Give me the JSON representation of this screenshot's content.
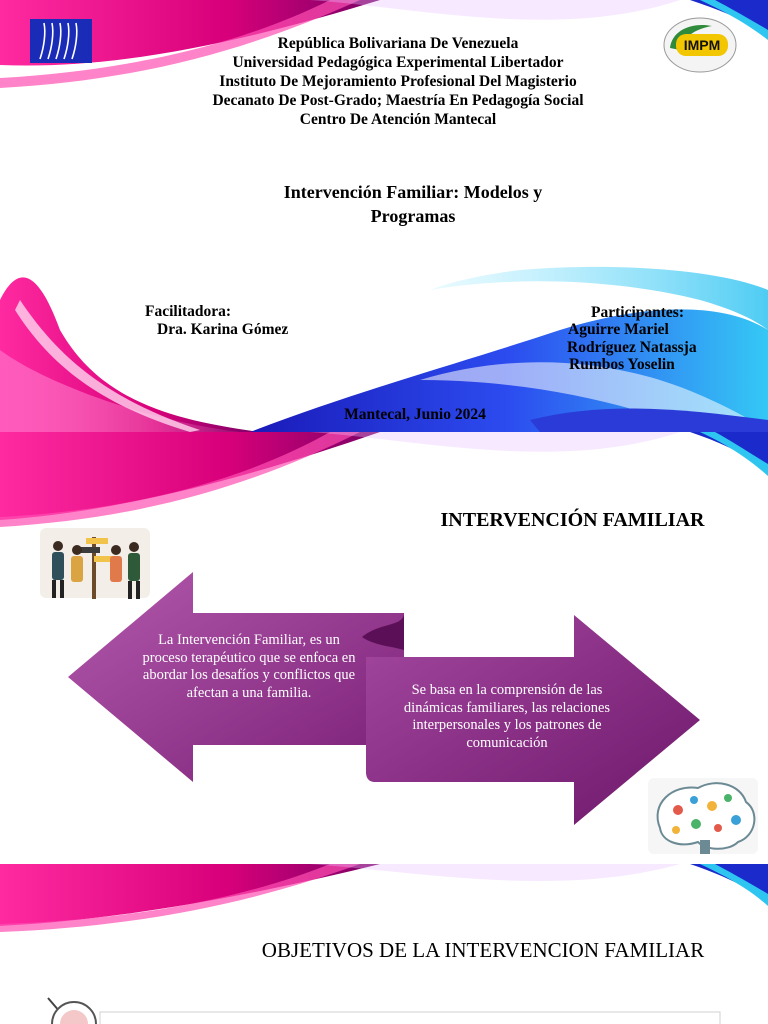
{
  "slide1": {
    "header_lines": [
      "República Bolivariana De Venezuela",
      "Universidad Pedagógica Experimental Libertador",
      "Instituto De Mejoramiento Profesional Del Magisterio",
      "Decanato De Post-Grado; Maestría En Pedagogía Social",
      "Centro De Atención Mantecal"
    ],
    "title_line1": "Intervención Familiar: Modelos y",
    "title_line2": "Programas",
    "facilitator_label": "Facilitadora:",
    "facilitator_name": "Dra. Karina Gómez",
    "participants_label": "Participantes:",
    "participants": [
      "Aguirre Mariel",
      "Rodríguez Natassja",
      "Rumbos Yoselin"
    ],
    "date": "Mantecal, Junio 2024",
    "logo_text": "IMPM"
  },
  "slide2": {
    "title": "INTERVENCIÓN FAMILIAR",
    "left_arrow_text": "La Intervención Familiar, es un proceso terapéutico que se enfoca en abordar los desafíos y conflictos que afectan a una familia.",
    "right_arrow_text": "Se basa en la comprensión de las dinámicas familiares, las relaciones interpersonales y los patrones de comunicación"
  },
  "slide3": {
    "title": "OBJETIVOS DE LA INTERVENCION FAMILIAR"
  },
  "colors": {
    "arrow_purple": "#8a2a86",
    "arrow_purple_light": "#a94ba3",
    "wave_magenta": "#e6007e",
    "wave_blue": "#1f2fd6",
    "wave_cyan": "#2ec5f0"
  }
}
